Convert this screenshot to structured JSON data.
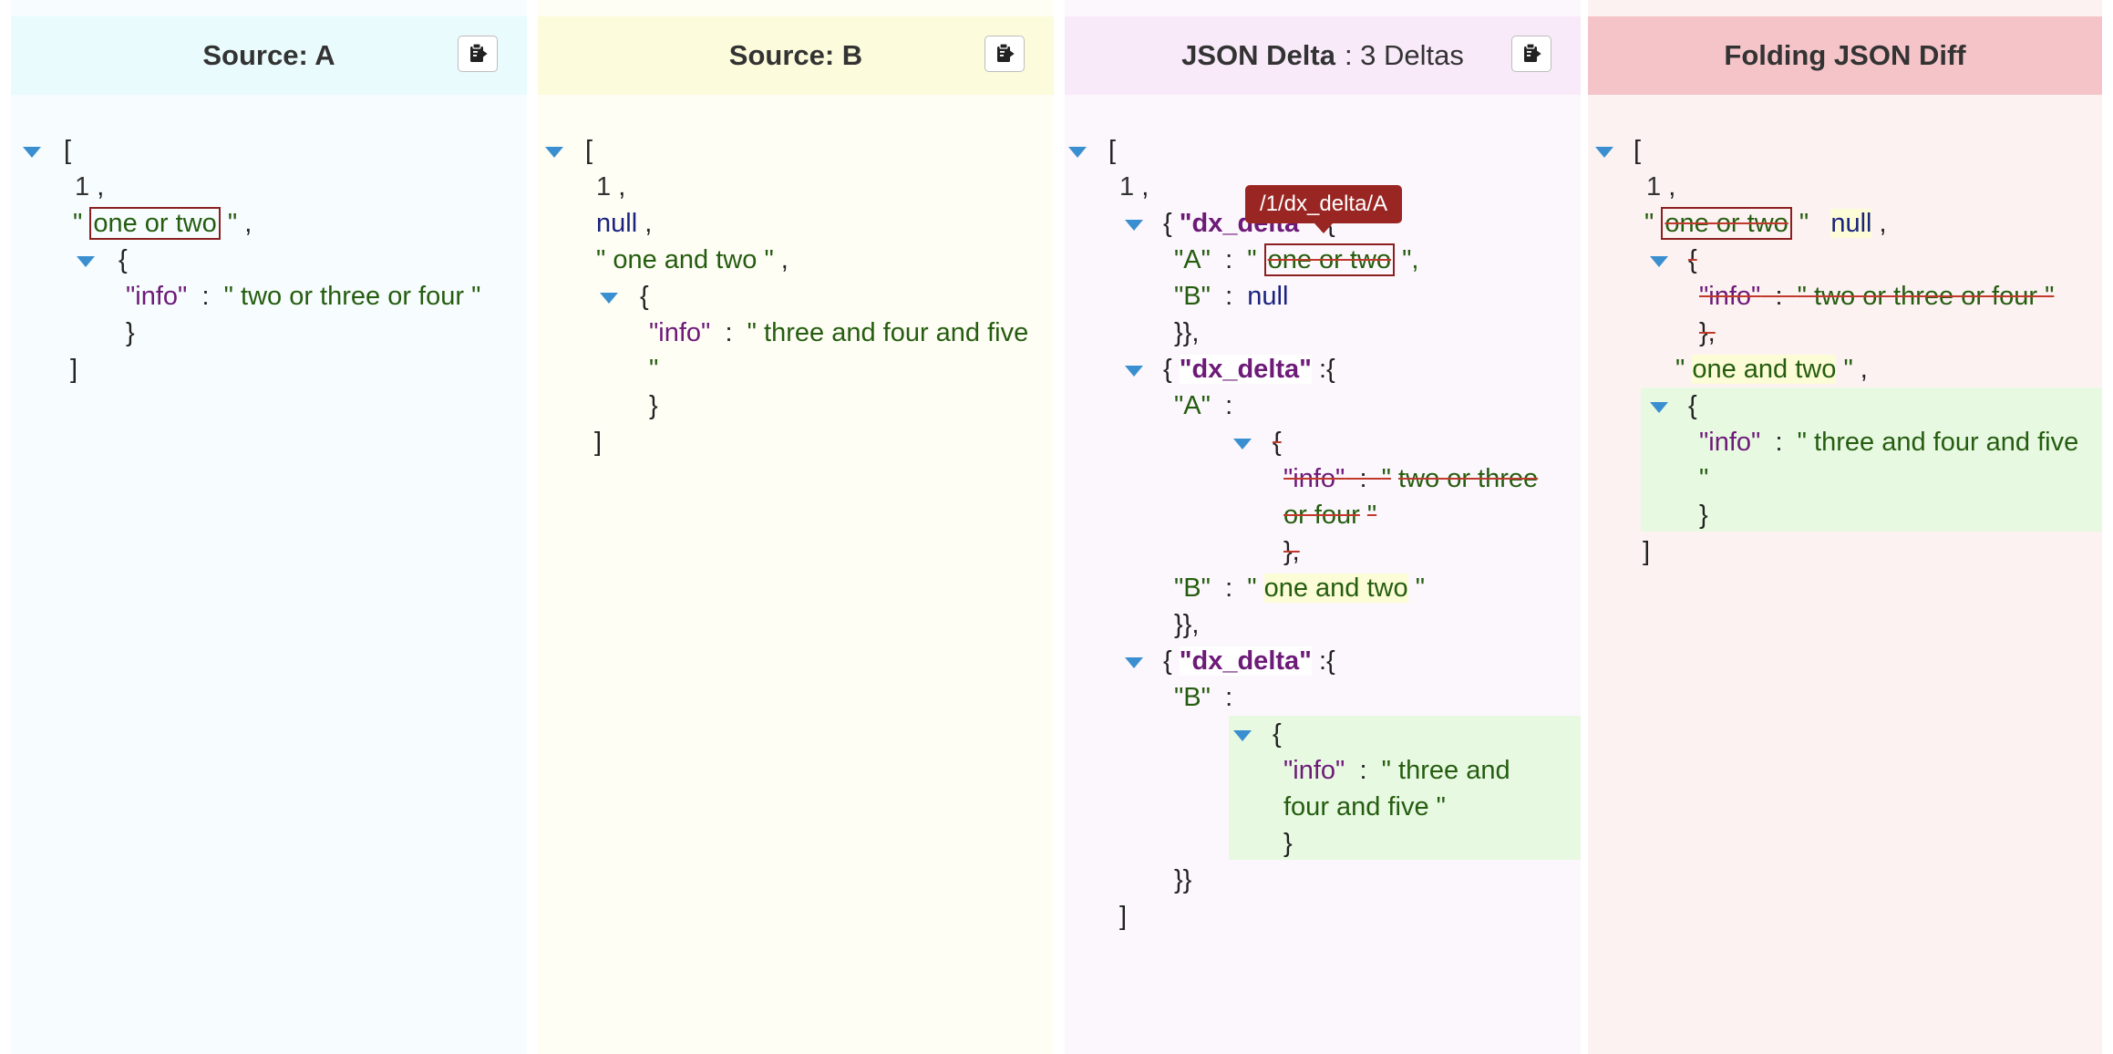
{
  "panels": {
    "a": {
      "title": "Source: A"
    },
    "b": {
      "title": "Source: B"
    },
    "delta": {
      "title": "JSON Delta",
      "subtitle": ": 3 Deltas"
    },
    "fold": {
      "title": "Folding JSON Diff"
    }
  },
  "tooltip": "/1/dx_delta/A",
  "icons": {
    "copy": "clipboard-icon",
    "toggle": "triangle-down-icon"
  },
  "colors": {
    "toggle": "#3a8fd0",
    "key": "#6d1a78",
    "string": "#255d10",
    "removed_box": "#8b1f1f",
    "tooltip": "#9a2623"
  },
  "tok": {
    "open_bracket": "[",
    "close_bracket": "]",
    "open_brace": "{",
    "close_brace": "}",
    "close_brace_comma": "},",
    "close_double": "}}",
    "close_double_comma": "}},",
    "comma": ",",
    "colon": ":",
    "colon_brace": ":{",
    "quote": "\"",
    "quote_comma": "\",",
    "num_one": "1",
    "null": "null",
    "key_info": "\"info\"",
    "key_dx": "\"dx_delta\"",
    "key_a": "\"A\"",
    "key_b": "\"B\"",
    "one_or_two": "one or two",
    "one_and_two": "one and two",
    "two_three_four": "two or three or four",
    "two_or_three": "two or three",
    "or_four": "or four",
    "three_four_five": "three and four and five",
    "three_and": "three and",
    "four_and_five": "four and five"
  }
}
